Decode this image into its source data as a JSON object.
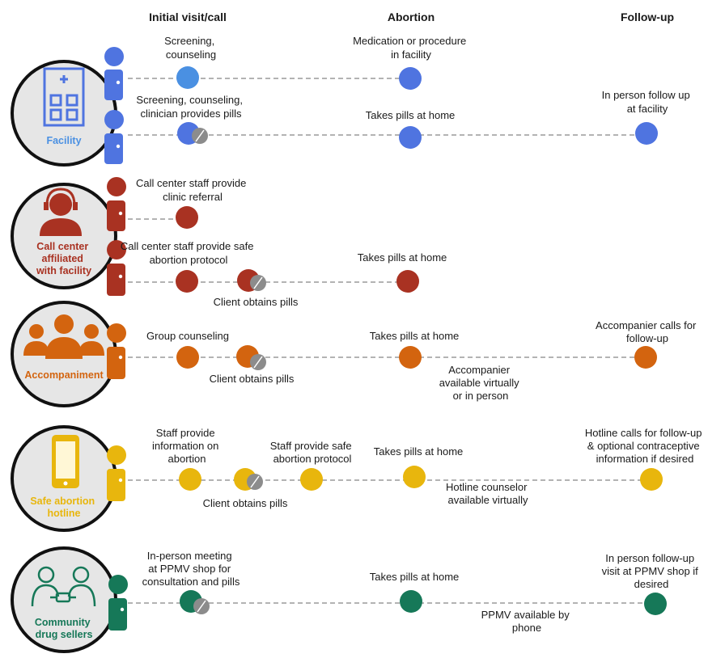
{
  "headers": {
    "initial": "Initial visit/call",
    "abortion": "Abortion",
    "followup": "Follow-up"
  },
  "colors": {
    "facility": "#4f74e0",
    "facility_light": "#4a90e2",
    "callcenter": "#a93222",
    "accompaniment": "#d3640f",
    "hotline": "#e8b60d",
    "community": "#167858",
    "pill": "#8c8c8c",
    "disc": "#e6e6e6",
    "dash": "#9a9a9a"
  },
  "rows": {
    "facility": {
      "category": "Facility",
      "path1": {
        "s1": [
          "Screening,",
          "counseling"
        ],
        "s2": [
          "Medication or procedure",
          "in facility"
        ]
      },
      "path2": {
        "s1": [
          "Screening, counseling,",
          "clinician provides pills"
        ],
        "s2": [
          "Takes pills at home"
        ],
        "s3": [
          "In person follow up",
          "at facility"
        ]
      }
    },
    "callcenter": {
      "category": [
        "Call center",
        "affiliated",
        "with facility"
      ],
      "path1": {
        "s1": [
          "Call center staff provide",
          "clinic referral"
        ]
      },
      "path2": {
        "s1": [
          "Call center staff provide safe",
          "abortion protocol"
        ],
        "pills": [
          "Client obtains pills"
        ],
        "s2": [
          "Takes pills at home"
        ]
      }
    },
    "accompaniment": {
      "category": "Accompaniment",
      "s1": [
        "Group counseling"
      ],
      "pills": [
        "Client obtains pills"
      ],
      "s2": [
        "Takes pills at home"
      ],
      "s2_note": [
        "Accompanier",
        "available virtually",
        "or in person"
      ],
      "s3": [
        "Accompanier calls for",
        "follow-up"
      ]
    },
    "hotline": {
      "category": [
        "Safe abortion",
        "hotline"
      ],
      "s1": [
        "Staff provide",
        "information on",
        "abortion"
      ],
      "pills": [
        "Client obtains pills"
      ],
      "s1b": [
        "Staff provide safe",
        "abortion protocol"
      ],
      "s2": [
        "Takes pills at home"
      ],
      "s2_note": [
        "Hotline counselor",
        "available virtually"
      ],
      "s3": [
        "Hotline calls for follow-up",
        "& optional contraceptive",
        "information if desired"
      ]
    },
    "community": {
      "category": [
        "Community",
        "drug sellers"
      ],
      "s1": [
        "In-person meeting",
        "at PPMV shop for",
        "consultation and pills"
      ],
      "s2": [
        "Takes pills at home"
      ],
      "s2_note": [
        "PPMV available by",
        "phone"
      ],
      "s3": [
        "In person follow-up",
        "visit at PPMV shop if",
        "desired"
      ]
    }
  }
}
